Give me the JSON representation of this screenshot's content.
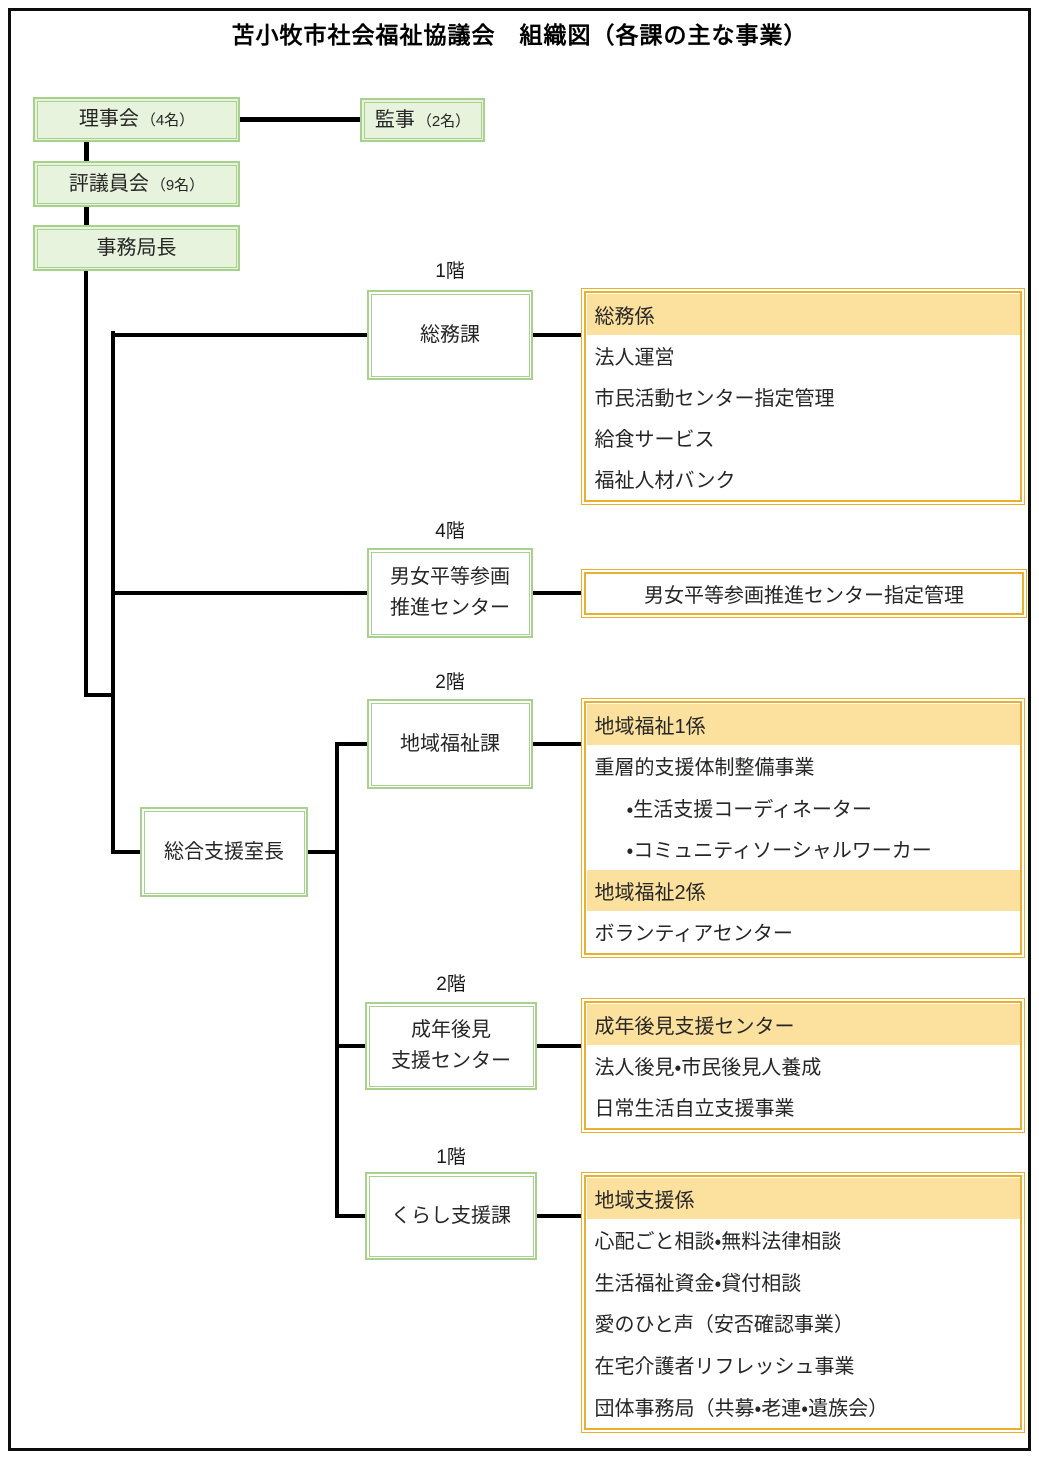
{
  "title": "苫小牧市社会福祉協議会　組織図（各課の主な事業）",
  "colors": {
    "green_border": "#a9d18e",
    "green_fill": "#e7f3dc",
    "gold_border": "#e9b02f",
    "gold_header_fill": "#fce19e",
    "connector": "#000000"
  },
  "top_boxes": {
    "riji": {
      "label": "理事会",
      "count": "（4名）"
    },
    "kanji": {
      "label": "監事",
      "count": "（2名）"
    },
    "hyogiin": {
      "label": "評議員会",
      "count": "（9名）"
    },
    "jimukyokucho": {
      "label": "事務局長"
    },
    "sogoshien": {
      "label": "総合支援室長"
    }
  },
  "departments": {
    "somu": {
      "floor": "1階",
      "name": "総務課"
    },
    "danjo": {
      "floor": "4階",
      "name_line1": "男女平等参画",
      "name_line2": "推進センター"
    },
    "chiiki": {
      "floor": "2階",
      "name": "地域福祉課"
    },
    "seinen": {
      "floor": "2階",
      "name_line1": "成年後見",
      "name_line2": "支援センター"
    },
    "kurashi": {
      "floor": "1階",
      "name": "くらし支援課"
    }
  },
  "business": {
    "somu": {
      "header": "総務係",
      "items": [
        "法人運営",
        "市民活動センター指定管理",
        "給食サービス",
        "福祉人材バンク"
      ]
    },
    "danjo": {
      "text": "男女平等参画推進センター指定管理"
    },
    "chiiki": {
      "header1": "地域福祉1係",
      "item1": "重層的支援体制整備事業",
      "sub1": "・生活支援コーディネーター",
      "sub2": "・コミュニティソーシャルワーカー",
      "header2": "地域福祉2係",
      "item2": "ボランティアセンター"
    },
    "seinen": {
      "header": "成年後見支援センター",
      "items": [
        "法人後見・市民後見人養成",
        "日常生活自立支援事業"
      ]
    },
    "kurashi": {
      "header": "地域支援係",
      "items": [
        "心配ごと相談・無料法律相談",
        "生活福祉資金・貸付相談",
        "愛のひと声（安否確認事業）",
        "在宅介護者リフレッシュ事業",
        "団体事務局（共募・老連・遺族会）"
      ]
    }
  }
}
